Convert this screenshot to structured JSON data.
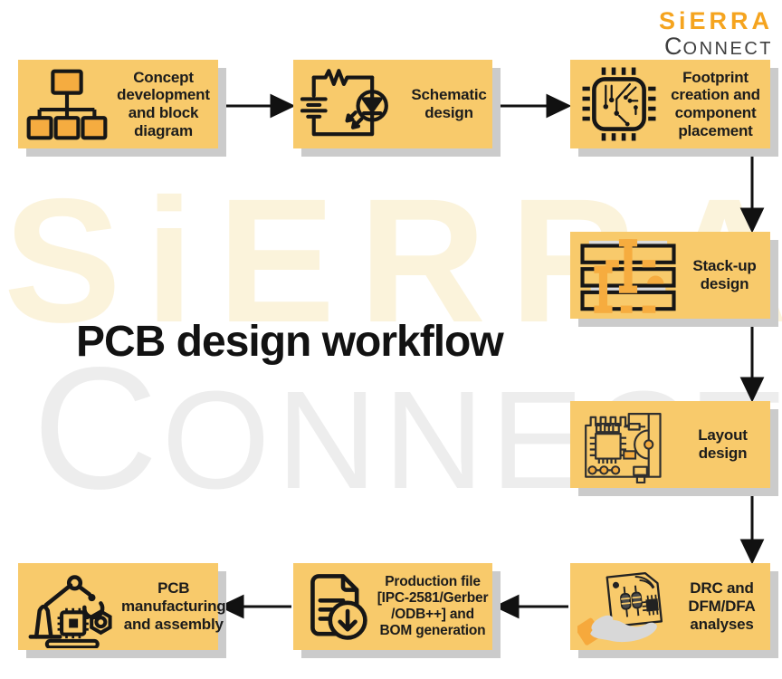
{
  "title": "PCB design workflow",
  "logo": {
    "sierra": "SiERRA",
    "connect_initial": "C",
    "connect_rest": "ONNECT"
  },
  "watermark": {
    "sierra": "SiERRA",
    "connect_initial": "C",
    "connect_rest": "ONNECT"
  },
  "colors": {
    "background": "#FFFFFF",
    "box_fill": "#F8CA6B",
    "box_shadow": "#CBCBCB",
    "icon_accent": "#F5A93F",
    "icon_stroke": "#161616",
    "arrow": "#111111",
    "logo_orange": "#F5A41F",
    "logo_dark": "#3F3F3F",
    "watermark_cream": "#FBF3DB",
    "watermark_gray": "#EDEDED",
    "title_color": "#121212"
  },
  "steps": [
    {
      "id": "concept",
      "icon": "block-diagram-icon",
      "label": "Concept\ndevelopment\nand block\ndiagram"
    },
    {
      "id": "schematic",
      "icon": "circuit-schematic-icon",
      "label": "Schematic\ndesign"
    },
    {
      "id": "footprint",
      "icon": "chip-footprint-icon",
      "label": "Footprint\ncreation and\ncomponent\nplacement"
    },
    {
      "id": "stackup",
      "icon": "layer-stack-icon",
      "label": "Stack-up\ndesign"
    },
    {
      "id": "layout",
      "icon": "pcb-layout-icon",
      "label": "Layout\ndesign"
    },
    {
      "id": "drc",
      "icon": "hand-holding-pcb-icon",
      "label": "DRC and\nDFM/DFA\nanalyses"
    },
    {
      "id": "production",
      "icon": "file-download-icon",
      "label": "Production file\n[IPC-2581/Gerber\n/ODB++] and\nBOM generation"
    },
    {
      "id": "manufacturing",
      "icon": "robot-arm-icon",
      "label": "PCB\nmanufacturing\nand assembly"
    }
  ]
}
